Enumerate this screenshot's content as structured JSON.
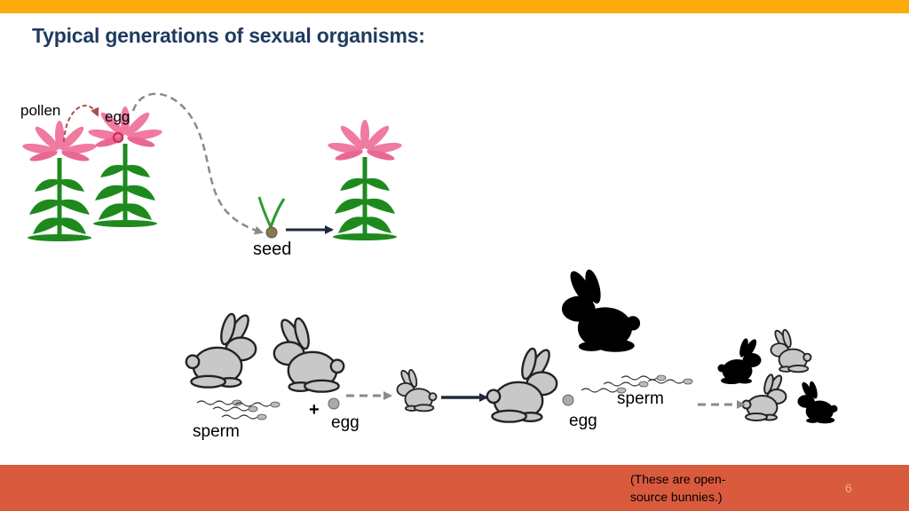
{
  "title": "Typical generations of sexual organisms:",
  "labels": {
    "pollen": "pollen",
    "egg_plant": "egg",
    "seed": "seed",
    "sperm_left": "sperm",
    "plus": "+",
    "egg_left": "egg",
    "egg_mid": "egg",
    "sperm_mid": "sperm"
  },
  "footer": {
    "note_line1": "(These are open-",
    "note_line2": "source bunnies.)",
    "page_number": "6"
  },
  "colors": {
    "top_bar": "#fcab0a",
    "bottom_bar": "#da5a3e",
    "title": "#1f3a5f",
    "petal": "#f07aa0",
    "stem": "#1e8a1e",
    "bunny_gray": "#c8c8c8",
    "bunny_black": "#000000",
    "arrow_dark": "#1f2a3a",
    "dashed": "#8a8a8a",
    "pollen_path": "#b04a4a"
  }
}
